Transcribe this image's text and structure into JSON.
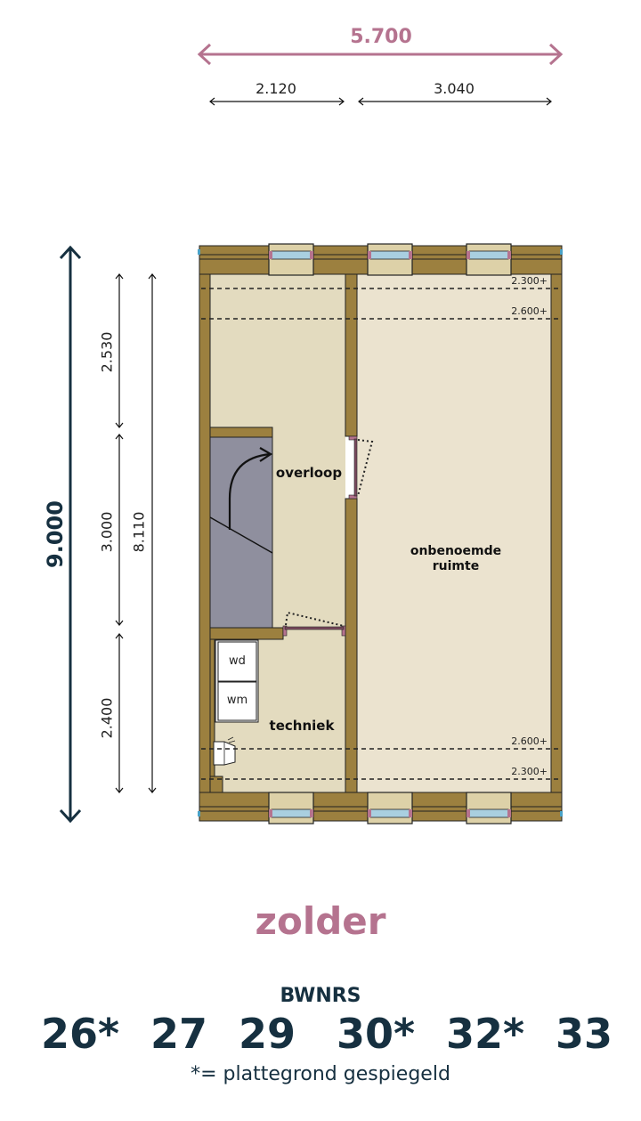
{
  "floor_plan": {
    "floor_name": "zolder",
    "dimensions": {
      "total_width": "5.700",
      "width_segments": [
        "2.120",
        "3.040"
      ],
      "total_depth": "9.000",
      "depth_segments": [
        "2.530",
        "3.000",
        "2.400"
      ],
      "inner_depth": "8.110"
    },
    "height_lines": {
      "top_1": "2.300+",
      "top_2": "2.600+",
      "bottom_1": "2.600+",
      "bottom_2": "2.300+"
    },
    "rooms": {
      "overloop": "overloop",
      "unnamed_line1": "onbenoemde",
      "unnamed_line2": "ruimte",
      "techniek": "techniek"
    },
    "appliances": {
      "dryer": "wd",
      "washer": "wm"
    },
    "colors": {
      "wall": "#9c803f",
      "floor_left": "#e3dbbf",
      "floor_right": "#ebe3cf",
      "stair": "#8f8f9e",
      "window_glass": "#a9cfe0",
      "window_frame": "#b5738f",
      "accent_pink": "#b5738f",
      "navy": "#163040"
    }
  },
  "footer": {
    "label": "BWNRS",
    "numbers": [
      "26*",
      "27",
      "29",
      "30*",
      "32*",
      "33"
    ],
    "footnote": "*= plattegrond gespiegeld"
  }
}
